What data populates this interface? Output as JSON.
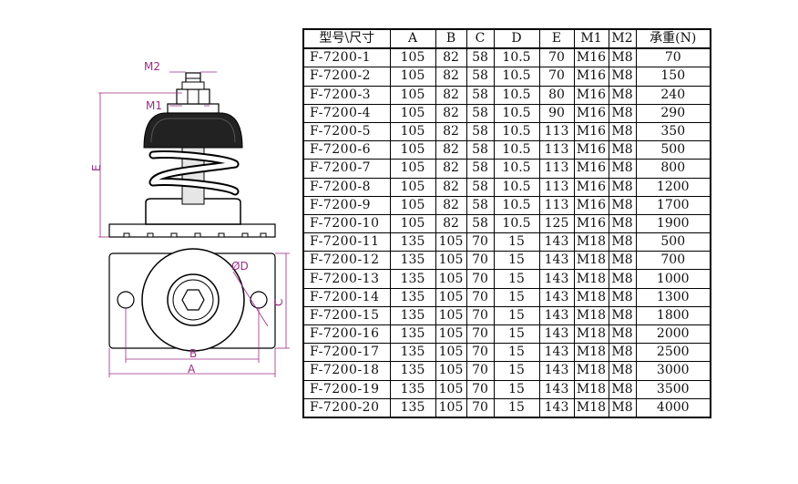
{
  "table": {
    "headers": [
      "型号\\尺寸",
      "A",
      "B",
      "C",
      "D",
      "E",
      "M1",
      "M2",
      "承重(N)"
    ],
    "rows": [
      [
        "F-7200-1",
        "105",
        "82",
        "58",
        "10.5",
        "70",
        "M16",
        "M8",
        "70"
      ],
      [
        "F-7200-2",
        "105",
        "82",
        "58",
        "10.5",
        "70",
        "M16",
        "M8",
        "150"
      ],
      [
        "F-7200-3",
        "105",
        "82",
        "58",
        "10.5",
        "80",
        "M16",
        "M8",
        "240"
      ],
      [
        "F-7200-4",
        "105",
        "82",
        "58",
        "10.5",
        "90",
        "M16",
        "M8",
        "290"
      ],
      [
        "F-7200-5",
        "105",
        "82",
        "58",
        "10.5",
        "113",
        "M16",
        "M8",
        "350"
      ],
      [
        "F-7200-6",
        "105",
        "82",
        "58",
        "10.5",
        "113",
        "M16",
        "M8",
        "500"
      ],
      [
        "F-7200-7",
        "105",
        "82",
        "58",
        "10.5",
        "113",
        "M16",
        "M8",
        "800"
      ],
      [
        "F-7200-8",
        "105",
        "82",
        "58",
        "10.5",
        "113",
        "M16",
        "M8",
        "1200"
      ],
      [
        "F-7200-9",
        "105",
        "82",
        "58",
        "10.5",
        "113",
        "M16",
        "M8",
        "1700"
      ],
      [
        "F-7200-10",
        "105",
        "82",
        "58",
        "10.5",
        "125",
        "M16",
        "M8",
        "1900"
      ],
      [
        "F-7200-11",
        "135",
        "105",
        "70",
        "15",
        "143",
        "M18",
        "M8",
        "500"
      ],
      [
        "F-7200-12",
        "135",
        "105",
        "70",
        "15",
        "143",
        "M18",
        "M8",
        "700"
      ],
      [
        "F-7200-13",
        "135",
        "105",
        "70",
        "15",
        "143",
        "M18",
        "M8",
        "1000"
      ],
      [
        "F-7200-14",
        "135",
        "105",
        "70",
        "15",
        "143",
        "M18",
        "M8",
        "1300"
      ],
      [
        "F-7200-15",
        "135",
        "105",
        "70",
        "15",
        "143",
        "M18",
        "M8",
        "1800"
      ],
      [
        "F-7200-16",
        "135",
        "105",
        "70",
        "15",
        "143",
        "M18",
        "M8",
        "2000"
      ],
      [
        "F-7200-17",
        "135",
        "105",
        "70",
        "15",
        "143",
        "M18",
        "M8",
        "2500"
      ],
      [
        "F-7200-18",
        "135",
        "105",
        "70",
        "15",
        "143",
        "M18",
        "M8",
        "3000"
      ],
      [
        "F-7200-19",
        "135",
        "105",
        "70",
        "15",
        "143",
        "M18",
        "M8",
        "3500"
      ],
      [
        "F-7200-20",
        "135",
        "105",
        "70",
        "15",
        "143",
        "M18",
        "M8",
        "4000"
      ]
    ]
  },
  "drawing": {
    "labels": {
      "m2": "M2",
      "m1": "M1",
      "e": "E",
      "d": "ØD",
      "c": "C",
      "b": "B",
      "a": "A"
    },
    "dimension_color": "#9b2d86"
  }
}
